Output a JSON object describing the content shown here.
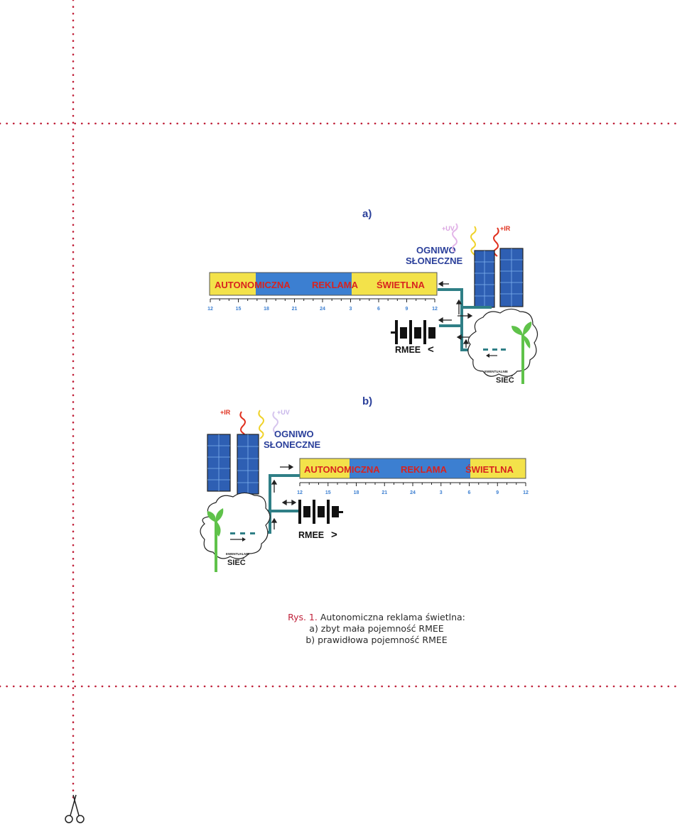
{
  "colors": {
    "dotted": "#c0213a",
    "banner_yellow": "#f3e24a",
    "banner_blue": "#3c7fd1",
    "banner_text": "#d8231f",
    "wire": "#2f7f86",
    "panel": "#2e5fb3",
    "grid_green": "#5fc24a",
    "tick_label": "#3c7fd1",
    "title": "#2a3f9a"
  },
  "diagram_a": {
    "label": "a)",
    "banner": [
      "AUTONOMICZNA",
      "REKLAMA",
      "ŚWIETLNA"
    ],
    "ticks": [
      "12",
      "15",
      "18",
      "21",
      "24",
      "3",
      "6",
      "9",
      "12"
    ],
    "solar_label": [
      "OGNIWO",
      "SŁONECZNE"
    ],
    "rays": [
      "+UV",
      "+IR"
    ],
    "battery_label": "RMEE",
    "battery_sign": "<",
    "grid_small": "EWENTUALNIE",
    "grid_label": "SIEĆ"
  },
  "diagram_b": {
    "label": "b)",
    "banner": [
      "AUTONOMICZNA",
      "REKLAMA",
      "ŚWIETLNA"
    ],
    "ticks": [
      "12",
      "15",
      "18",
      "21",
      "24",
      "3",
      "6",
      "9",
      "12"
    ],
    "solar_label": [
      "OGNIWO",
      "SŁONECZNE"
    ],
    "rays": [
      "+IR",
      "+UV"
    ],
    "battery_label": "RMEE",
    "battery_sign": ">",
    "grid_small": "EWENTUALNIE",
    "grid_label": "SIEĆ"
  },
  "caption": {
    "prefix": "Rys. 1.",
    "title": "Autonomiczna reklama świetlna:",
    "line_a": "a) zbyt mała pojemność RMEE",
    "line_b": "b) prawidłowa pojemność RMEE"
  }
}
